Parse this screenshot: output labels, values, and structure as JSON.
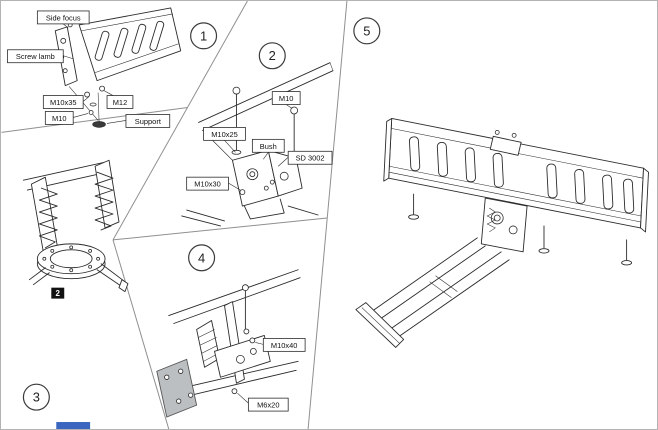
{
  "sheet": {
    "background": "#ffffff",
    "border_color": "#b3b3b3"
  },
  "colors": {
    "line": "#2b2b2b",
    "divider": "#8f8f8f",
    "plate_fill": "#bcbfc1",
    "tag_bg": "#111111",
    "logo_blue": "#3a66c0"
  },
  "panel1": {
    "step": "1",
    "labels": {
      "side_focus": "Side focus",
      "screw_lamb": "Screw lamb",
      "m10x35": "M10x35",
      "m12": "M12",
      "m10": "M10",
      "support": "Support"
    }
  },
  "panel2": {
    "step": "2",
    "labels": {
      "m10": "M10",
      "m10x25": "M10x25",
      "bush": "Bush",
      "sd3002": "SD 3002",
      "m10x30": "M10x30"
    }
  },
  "panel3": {
    "step": "3",
    "tag": "2"
  },
  "panel4": {
    "step": "4",
    "labels": {
      "m10x40": "M10x40",
      "m6x20": "M6x20"
    }
  },
  "panel5": {
    "step": "5"
  }
}
